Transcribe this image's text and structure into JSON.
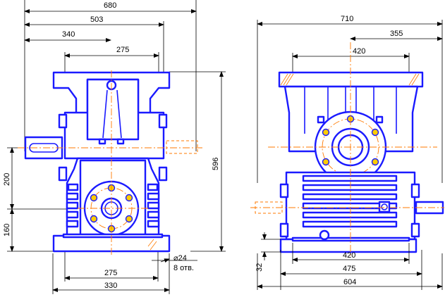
{
  "colors": {
    "outline": "#1a1aff",
    "centerline": "#ff7a00",
    "bolt_fill": "#ffcc00",
    "dimension": "#000000",
    "background": "#ffffff"
  },
  "front_view": {
    "dims": {
      "overall_width": "680",
      "to_output_axis": "503",
      "to_input_axis": "340",
      "top_flange_holes": "275",
      "overall_height": "596",
      "input_axis_height": "200",
      "output_axis_height": "160",
      "base_holes": "275",
      "base_width": "330",
      "hole_diameter": "⌀24",
      "hole_count": "8 отв."
    }
  },
  "side_view": {
    "dims": {
      "overall_width": "710",
      "half_width": "355",
      "top_holes": "420",
      "base_holes": "420",
      "base_width": "475",
      "overall_base": "604",
      "base_thickness": "32"
    }
  }
}
